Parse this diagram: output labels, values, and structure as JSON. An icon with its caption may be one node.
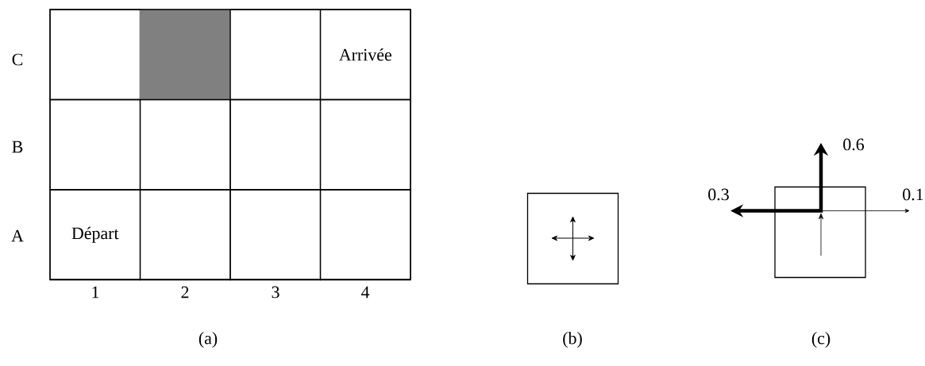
{
  "diagram": {
    "nodes": [
      {
        "text": [],
        "shape": "box"
      },
      {
        "text": [],
        "shape": "box"
      },
      {
        "text": [],
        "shape": "box"
      },
      {
        "text": [
          "Arrivée"
        ]
      },
      {
        "text": [],
        "shape": "box"
      },
      {
        "text": [],
        "shape": "box"
      },
      {
        "text": [],
        "shape": "box"
      },
      {
        "text": [],
        "shape": "box"
      },
      {
        "text": [
          "Départ"
        ]
      },
      {
        "text": [],
        "shape": "box"
      },
      {
        "text": [],
        "shape": "box"
      },
      {
        "text": [],
        "shape": "box"
      },
      {
        "text": [],
        "shape": "box"
      },
      {
        "text": [],
        "shape": "box"
      }
    ],
    "labels": [
      "C",
      "B",
      "0.6",
      "0.3",
      "0.1",
      "A",
      "1",
      "2",
      "3",
      "4",
      "(a)",
      "(b)",
      "(c)"
    ]
  }
}
